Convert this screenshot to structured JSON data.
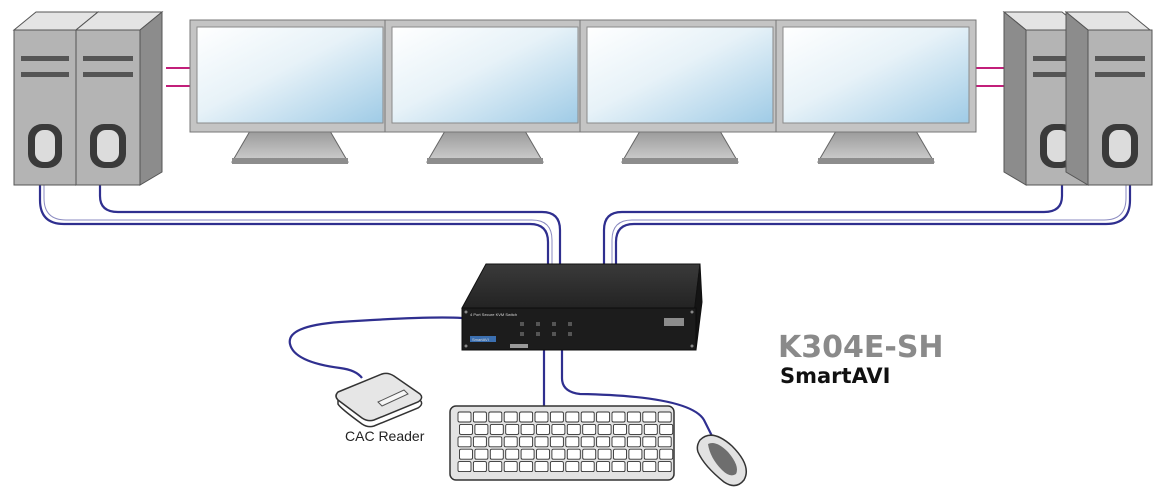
{
  "product": {
    "model": "K304E-SH",
    "brand": "SmartAVI",
    "front_panel_text": "4 Port Secure KVM Switch",
    "logo_text": "SmartAVI"
  },
  "peripherals": {
    "cac_reader_label": "CAC Reader"
  },
  "colors": {
    "cable": "#2f2f8f",
    "video_link": "#c21f7a",
    "tower_light": "#cfcfcf",
    "tower_mid": "#a9a9a9",
    "tower_dark": "#555555",
    "kvm_body": "#232323",
    "monitor_frame": "#bdbdbd",
    "screen_top": "#f2f8fb",
    "screen_bottom": "#a9d2ea"
  }
}
